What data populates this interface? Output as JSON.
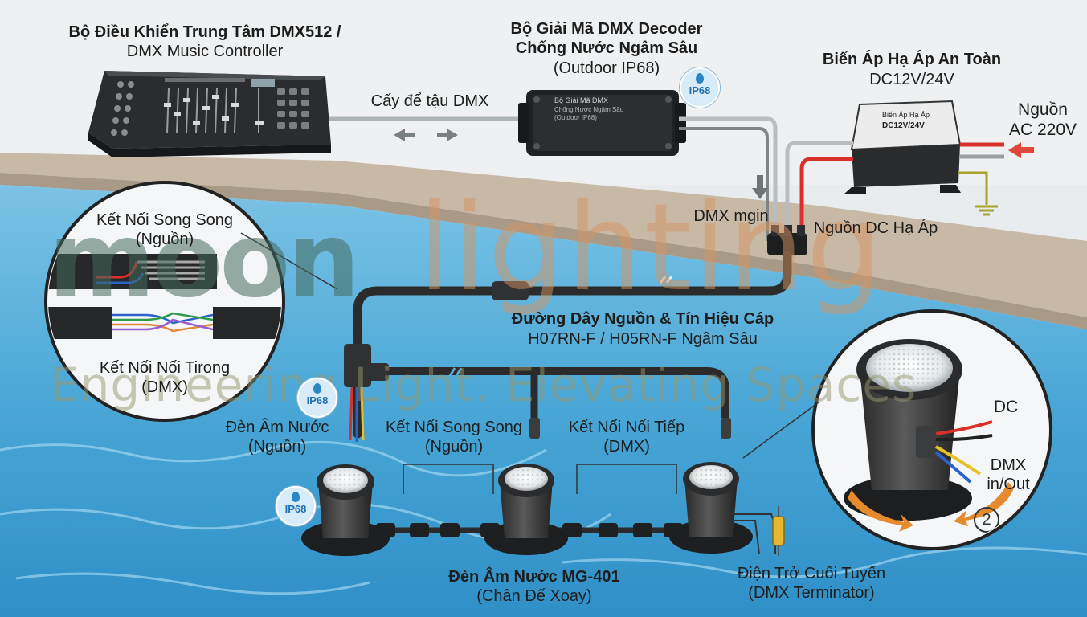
{
  "watermark": {
    "brand_moon": "moon",
    "brand_lighting": "lighting",
    "tagline": "Engineering Light. Elevating Spaces"
  },
  "controller": {
    "title": "Bộ Điều Khiển Trung Tâm DMX512 /",
    "subtitle": "DMX Music Controller"
  },
  "decoder": {
    "title_line1": "Bộ Giải Mã DMX Decoder",
    "title_line2": "Chống Nước Ngâm Sâu",
    "subtitle": "(Outdoor IP68)",
    "device_label": "Bộ Giải Mã DMX",
    "device_sub1": "Chống Nước Ngâm Sâu",
    "device_sub2": "(Outdoor IP68)"
  },
  "transformer": {
    "title": "Biến Áp Hạ Áp An Toàn",
    "subtitle": "DC12V/24V",
    "device_label": "Biến Áp Hạ Áp",
    "device_model": "DC12V/24V"
  },
  "power_input": {
    "line1": "Nguồn",
    "line2": "AC 220V"
  },
  "dmx_cable_label": "Cấy để tậu DMX",
  "dmx_signal_label": "DMX mgin",
  "dc_power_label": "Nguồn DC Hạ Áp",
  "main_cable": {
    "title": "Đường Dây Nguồn & Tín Hiệu Cáp",
    "subtitle": "H07RN-F / H05RN-F Ngâm Sâu"
  },
  "zoom_left": {
    "top_line1": "Kết Nối Song Song",
    "top_line2": "(Nguồn)",
    "bottom_line1": "Kết Nối Nối Tirong",
    "bottom_line2": "(DMX)"
  },
  "lamp_feed": {
    "line1": "Đèn  Âm Nước",
    "line2": "(Nguồn)"
  },
  "parallel": {
    "line1": "Kết Nối Song Song",
    "line2": "(Nguồn)"
  },
  "series": {
    "line1": "Kết Nối Nối Tiếp",
    "line2": "(DMX)"
  },
  "lamp_model": {
    "line1": "Đèn Âm Nước MG-401",
    "line2": "(Chân Đế Xoay)"
  },
  "terminator": {
    "line1": "Điện Trở Cuối Tuyến",
    "line2": "(DMX Terminator)"
  },
  "zoom_right": {
    "dc": "DC",
    "dmx_line1": "DMX",
    "dmx_line2": "in/Out",
    "step": "2"
  },
  "ip_badge": "IP68",
  "colors": {
    "pool_water": "#4aa7d6",
    "pool_deck": "#c8b9a6",
    "cable": "#2b2b2b",
    "wire_red": "#d9302a",
    "wire_blue": "#2a62c9",
    "wire_yellow": "#e6c229",
    "arrow_red": "#e0473a",
    "watermark": "#6f9a8c"
  }
}
